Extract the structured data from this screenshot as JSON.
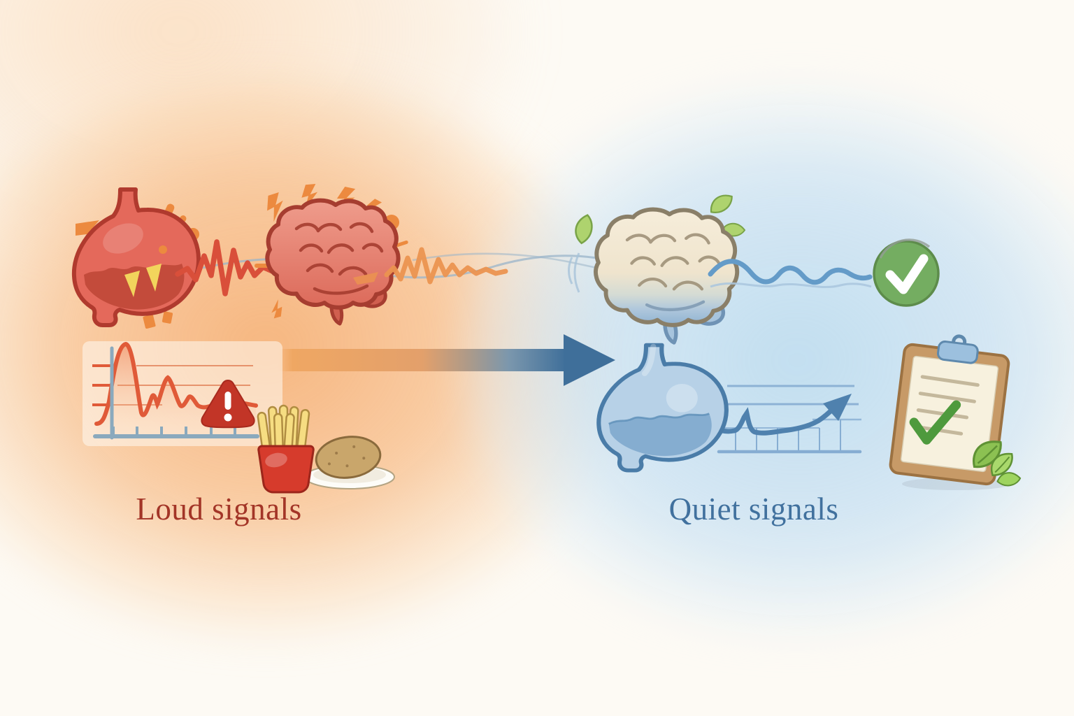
{
  "labels": {
    "loud": "Loud signals",
    "quiet": "Quiet signals"
  },
  "colors": {
    "bg_page": "#fdfaf4",
    "bg_warm": "#f5af74",
    "bg_cool": "#bedcef",
    "loud_label": "#a33527",
    "quiet_label": "#41719e",
    "stomach_red": "#e4695b",
    "stomach_red_dark": "#b03a2e",
    "stomach_red_inner": "#b5402f",
    "flame_yellow": "#f2d45c",
    "spark_orange": "#ec8a3f",
    "brain_red": "#e07b6b",
    "brain_red_dark": "#a63d30",
    "signal_red": "#d94f3a",
    "signal_orange": "#eb9350",
    "chart_axis_blue": "#8aa9bd",
    "chart_line_red": "#e05a38",
    "gridline_orange": "#e07a50",
    "warning_red": "#c23527",
    "fries_red": "#d63b2c",
    "fries_yellow": "#f6dd82",
    "potato_tan": "#c9a66b",
    "plate_white": "#fdfcf8",
    "arrow_start": "#efa763",
    "arrow_end": "#3f6f9a",
    "wave_thin_blue": "#9ab4c9",
    "calm_wave_blue": "#649bc8",
    "brain_cream": "#f6edda",
    "brain_calm_blue": "#8fb2d2",
    "brain_calm_line": "#9b8d74",
    "leaf_green": "#aed36e",
    "leaf_green_dark": "#79a348",
    "check_green": "#74ad61",
    "check_green_dark": "#5d8c4b",
    "stomach_blue": "#b7d1e7",
    "stomach_blue_dark": "#4a7ca8",
    "stomach_blue_liquid": "#7fa9cd",
    "calm_chart_blue": "#86add2",
    "calm_arrow_blue": "#4f81ae",
    "clip_board_brown": "#c79a67",
    "clip_board_brown_dark": "#9c7242",
    "clip_paper": "#f7f1de",
    "clip_line_gray": "#c4b89c",
    "clip_check_green": "#4e9a3d",
    "clip_blue": "#9cc0de",
    "clip_blue_dark": "#5e89ad"
  },
  "sections": {
    "loud": {
      "label": "Loud signals",
      "icons": [
        "angry-stomach-icon",
        "loud-zigzag-signal-icon",
        "stressed-brain-icon",
        "spiky-chart-icon",
        "warning-triangle-icon",
        "french-fries-icon",
        "potato-plate-icon"
      ]
    },
    "quiet": {
      "label": "Quiet signals",
      "icons": [
        "calm-brain-icon",
        "leaf-icon",
        "calm-wave-signal-icon",
        "check-circle-icon",
        "calm-stomach-icon",
        "steady-chart-icon",
        "checklist-clipboard-icon"
      ]
    }
  }
}
